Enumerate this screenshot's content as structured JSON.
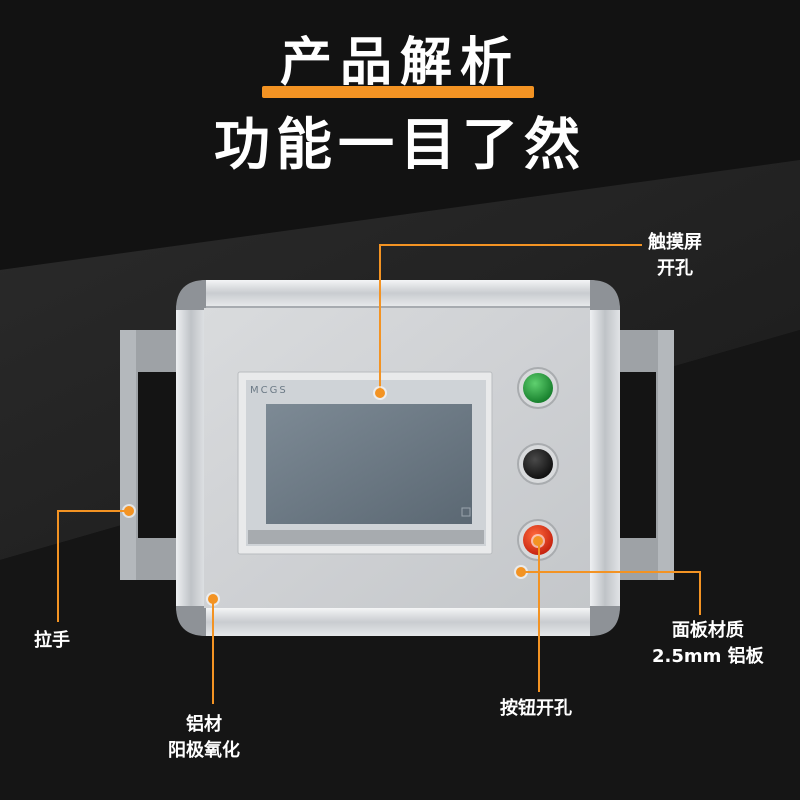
{
  "header": {
    "title": "产品解析",
    "subtitle": "功能一目了然"
  },
  "device": {
    "screen_brand": "MCGS"
  },
  "callouts": {
    "touchscreen": {
      "line1": "触摸屏",
      "line2": "开孔"
    },
    "handle": {
      "label": "拉手"
    },
    "panel": {
      "line1": "面板材质",
      "line2": "2.5mm 铝板"
    },
    "button": {
      "label": "按钮开孔"
    },
    "aluminum": {
      "line1": "铝材",
      "line2": "阳极氧化"
    }
  },
  "colors": {
    "accent": "#f39323",
    "background": "#141414",
    "button_green": "#1f9a3a",
    "button_black": "#1a1a1a",
    "button_red": "#e53419"
  }
}
